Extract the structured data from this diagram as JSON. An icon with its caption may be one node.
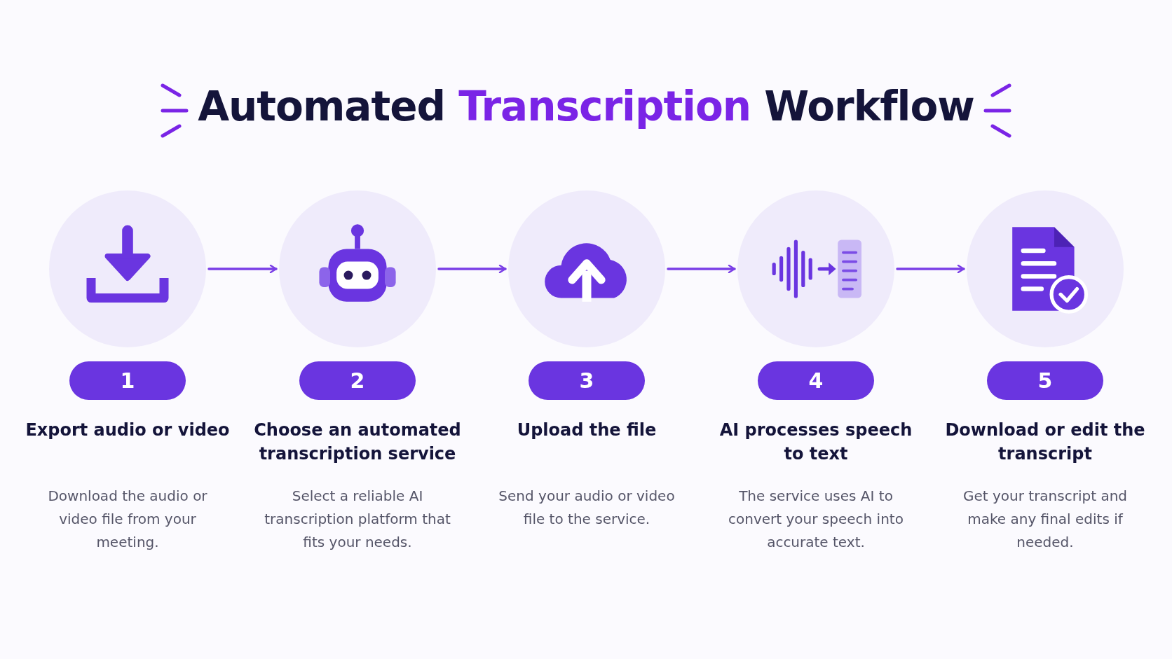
{
  "diagram": {
    "title": "Automated Transcription Workflow",
    "nodes": [
      {
        "text": [],
        "shape": "circle",
        "beside": [
          "1",
          "Export audio or video",
          "Download the audio or video file from your meeting."
        ]
      },
      {
        "text": [],
        "shape": "circle",
        "beside": [
          "2",
          "Choose an automated transcription service",
          "Select a reliable AI transcription platform that fits your needs."
        ]
      },
      {
        "text": [],
        "shape": "circle",
        "beside": [
          "3",
          "Upload the file",
          "Send your audio or video file to the service."
        ]
      },
      {
        "text": [],
        "shape": "circle",
        "beside": [
          "4",
          "AI processes speech to text",
          "The service uses AI to convert your speech into accurate text."
        ]
      },
      {
        "text": [],
        "shape": "circle",
        "beside": [
          "5",
          "Download or edit the transcript",
          "Get your transcript and make any final edits if needed."
        ]
      }
    ],
    "edges": [
      {
        "from": 0,
        "to": 1,
        "arrow": "to"
      },
      {
        "from": 1,
        "to": 2,
        "arrow": "to"
      },
      {
        "from": 2,
        "to": 3,
        "arrow": "to"
      },
      {
        "from": 3,
        "to": 4,
        "arrow": "to"
      }
    ]
  }
}
